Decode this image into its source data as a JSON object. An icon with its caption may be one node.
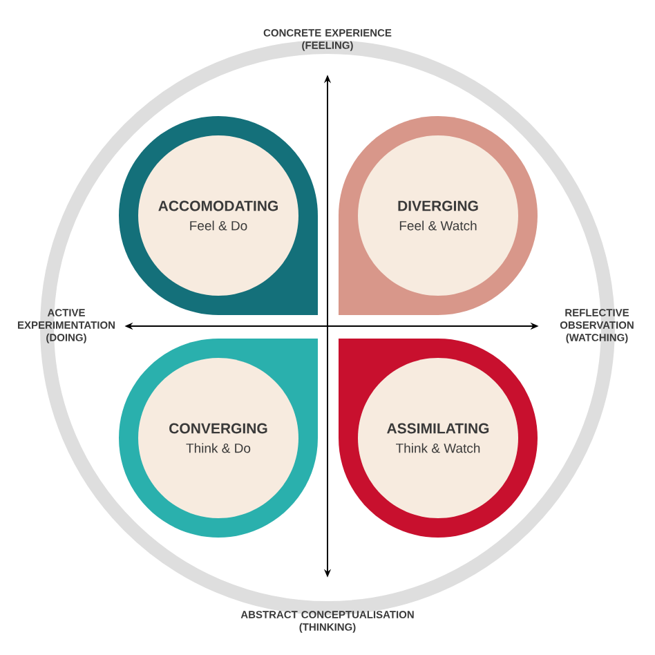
{
  "diagram": {
    "nodes": [
      {
        "text": [
          "CONCRETE EXPERIENCE",
          "(FEELING)"
        ]
      },
      {
        "text": [
          "ABSTRACT CONCEPTUALISATION",
          "(THINKING)"
        ]
      },
      {
        "text": [
          "ACTIVE EXPERIMENTATION",
          "(DOING)"
        ]
      },
      {
        "text": [
          "REFLECTIVE OBSERVATION",
          "(WATCHING)"
        ]
      },
      {
        "text": [
          "ACCOMODATING",
          "Feel & Do"
        ]
      },
      {
        "text": [
          "DIVERGING",
          "Feel & Watch"
        ]
      },
      {
        "text": [
          "CONVERGING",
          "Think & Do"
        ]
      },
      {
        "text": [
          "ASSIMILATING",
          "Think & Watch"
        ]
      }
    ],
    "edges": [
      {
        "from": 0,
        "to": 1,
        "arrow": "both"
      },
      {
        "from": 2,
        "to": 3,
        "arrow": "both"
      }
    ]
  }
}
